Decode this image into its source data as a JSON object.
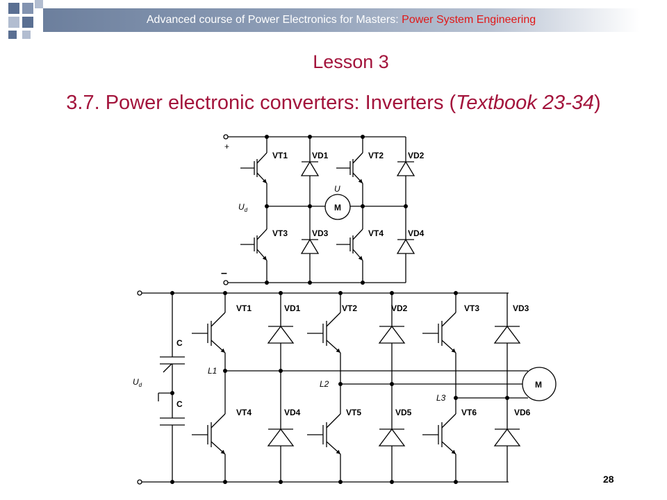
{
  "header": {
    "course": "Advanced course of Power Electronics for Masters: ",
    "specialty": "Power System Engineering",
    "lesson": "Lesson 3",
    "title_prefix": "3.7. Power electronic converters: Inverters (",
    "title_book": "Textbook 23-34",
    "title_suffix": ")"
  },
  "page_number": "28",
  "colors": {
    "accent": "#a3143c",
    "banner": "#7f90ab",
    "red": "#e01818"
  },
  "single_phase": {
    "plus": "+",
    "minus": "–",
    "ud_main": "U",
    "ud_sub": "d",
    "u_label": "U",
    "motor": "M",
    "upper": [
      "VT1",
      "VD1",
      "VT2",
      "VD2"
    ],
    "lower": [
      "VT3",
      "VD3",
      "VT4",
      "VD4"
    ]
  },
  "three_phase": {
    "ud_main": "U",
    "ud_sub": "d",
    "cap_top": "C",
    "cap_bottom": "C",
    "motor": "M",
    "upper": [
      "VT1",
      "VD1",
      "VT2",
      "VD2",
      "VT3",
      "VD3"
    ],
    "lower": [
      "VT4",
      "VD4",
      "VT5",
      "VD5",
      "VT6",
      "VD6"
    ],
    "phases": [
      "L1",
      "L2",
      "L3"
    ]
  }
}
